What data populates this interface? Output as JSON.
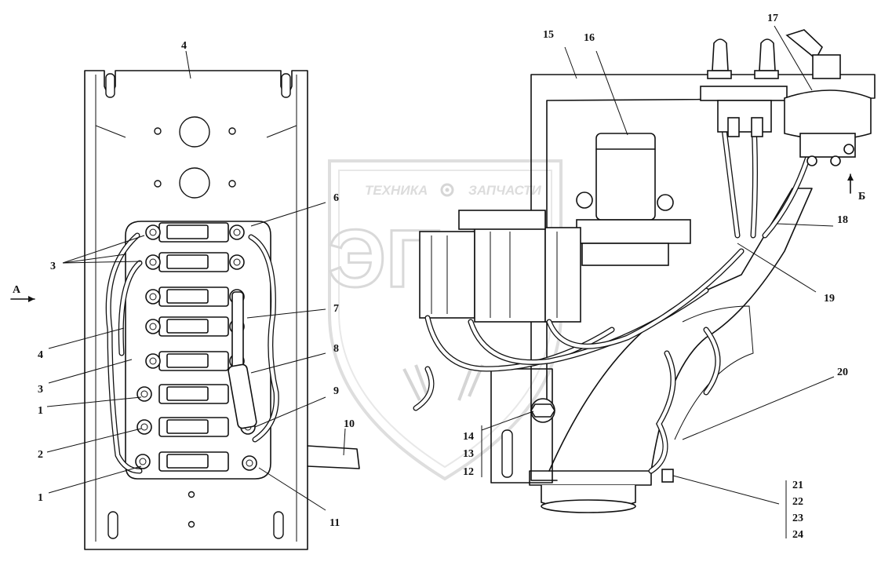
{
  "watermark": {
    "brand_left": "ТЕХНИКА",
    "brand_right": "ЗАПЧАСТИ",
    "logo": "ЭПФ",
    "emblem": "gear-icon"
  },
  "view_markers": {
    "view_a": "А",
    "view_b": "Б"
  },
  "callouts": {
    "c1_upper": "1",
    "c1_lower": "1",
    "c2": "2",
    "c3_top": "3",
    "c3_mid": "3",
    "c4_top": "4",
    "c4_side": "4",
    "c6": "6",
    "c7": "7",
    "c8": "8",
    "c9": "9",
    "c10": "10",
    "c11": "11",
    "c12": "12",
    "c13": "13",
    "c14": "14",
    "c15": "15",
    "c16": "16",
    "c17": "17",
    "c18": "18",
    "c19": "19",
    "c20": "20",
    "c21": "21",
    "c22": "22",
    "c23": "23",
    "c24": "24"
  }
}
